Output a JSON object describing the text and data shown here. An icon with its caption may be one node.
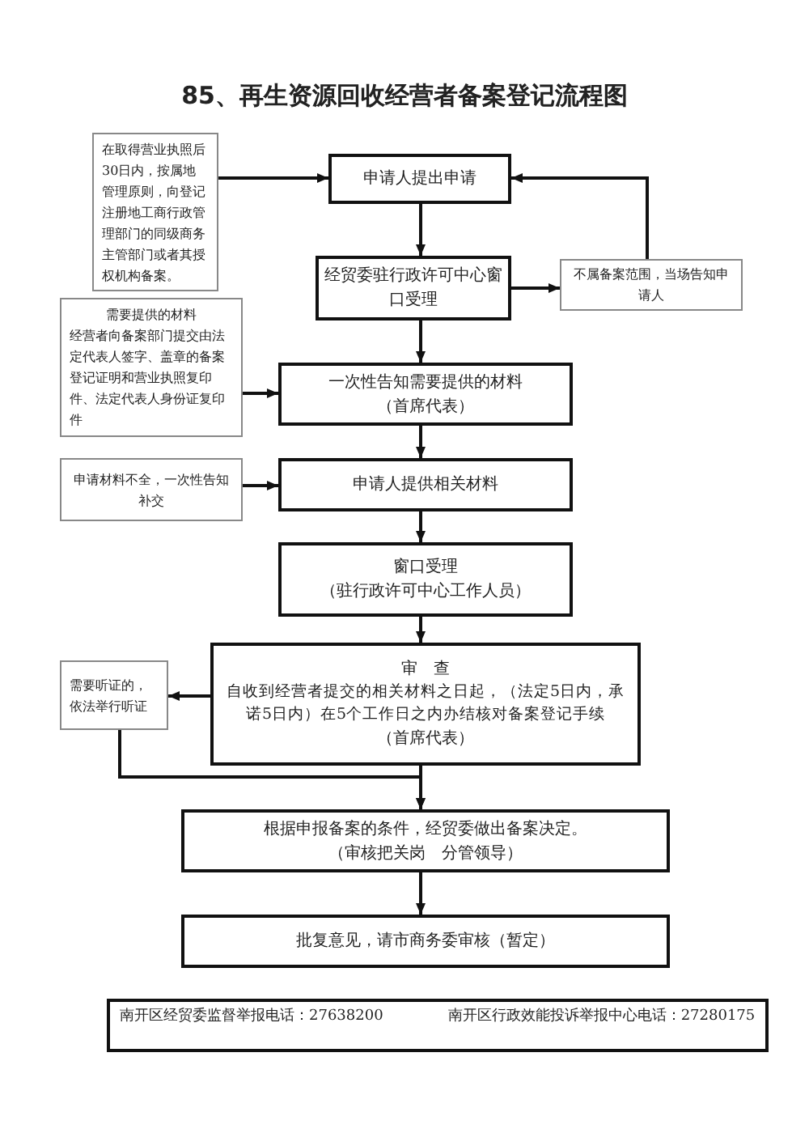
{
  "diagram": {
    "title": "85、再生资源回收经营者备案登记流程图",
    "nodes": [
      {
        "text": [
          "在取得营业执照后30日内，按属地管理原则，向登记注册地工商行政管理部门的同级商务主管部门或者其授权机构备案。"
        ]
      },
      {
        "text": [
          "申请人提出申请"
        ]
      },
      {
        "text": [
          "经贸委驻行政许可中心窗口受理"
        ]
      },
      {
        "text": [
          "不属备案范围，当场告知申请人"
        ]
      },
      {
        "text": [
          "需要提供的材料",
          "经营者向备案部门提交由法定代表人签字、盖章的备案登记证明和营业执照复印件、法定代表人身份证复印件"
        ]
      },
      {
        "text": [
          "一次性告知需要提供的材料",
          "（首席代表）"
        ]
      },
      {
        "text": [
          "申请材料不全，一次性告知补交"
        ]
      },
      {
        "text": [
          "申请人提供相关材料"
        ]
      },
      {
        "text": [
          "窗口受理",
          "（驻行政许可中心工作人员）"
        ]
      },
      {
        "text": [
          "审　查",
          "自收到经营者提交的相关材料之日起，（法定5日内，承诺5日内）在5个工作日之内办结核对备案登记手续",
          "（首席代表）"
        ]
      },
      {
        "text": [
          "需要听证的，依法举行听证"
        ]
      },
      {
        "text": [
          "根据申报备案的条件，经贸委做出备案决定。",
          "（审核把关岗　分管领导）"
        ]
      },
      {
        "text": [
          "批复意见，请市商务委审核（暂定）"
        ]
      },
      {
        "text": [
          "南开区经贸委监督举报电话：27638200",
          "南开区行政效能投诉举报中心电话：27280175"
        ]
      }
    ],
    "edges": [
      {
        "from": 0,
        "to": 1,
        "arrow": "to"
      },
      {
        "from": 1,
        "to": 2,
        "arrow": "to"
      },
      {
        "from": 2,
        "to": 3,
        "arrow": "to"
      },
      {
        "from": 3,
        "to": 1,
        "arrow": "to"
      },
      {
        "from": 2,
        "to": 5,
        "arrow": "to"
      },
      {
        "from": 4,
        "to": 5,
        "arrow": "to"
      },
      {
        "from": 5,
        "to": 7,
        "arrow": "to"
      },
      {
        "from": 6,
        "to": 7,
        "arrow": "to"
      },
      {
        "from": 7,
        "to": 8,
        "arrow": "to"
      },
      {
        "from": 8,
        "to": 9,
        "arrow": "to"
      },
      {
        "from": 9,
        "to": 10,
        "arrow": "to"
      },
      {
        "from": 10,
        "to": 11,
        "arrow": "to"
      },
      {
        "from": 9,
        "to": 11,
        "arrow": "to"
      },
      {
        "from": 11,
        "to": 12,
        "arrow": "to"
      }
    ]
  }
}
